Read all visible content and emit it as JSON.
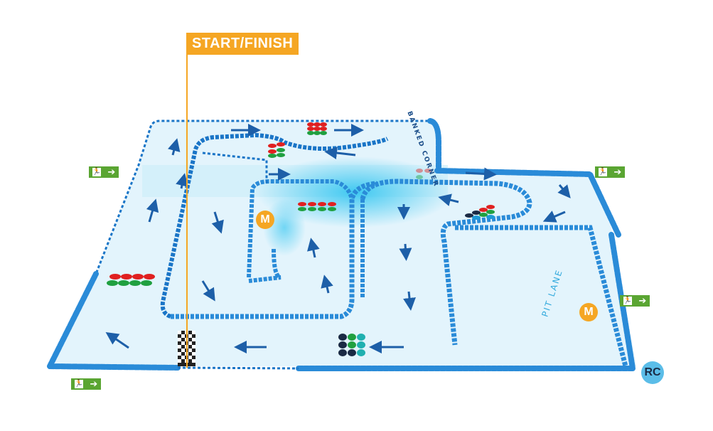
{
  "labels": {
    "start_finish": "START/FINISH",
    "banked_corner": "BANKED CORNER",
    "pit_lane": "PIT LANE",
    "marshal": "M",
    "race_control": "RC"
  },
  "exit_sign": {
    "icon": "emergency-exit-icon",
    "arrow": "➔"
  },
  "colors": {
    "track_edge": "#1a75c7",
    "track_fill": "#dff2fb",
    "accent": "#f5a623",
    "exit_green": "#5aa532",
    "rc_blue": "#5bbde8",
    "arrow": "#1d5fa8"
  }
}
